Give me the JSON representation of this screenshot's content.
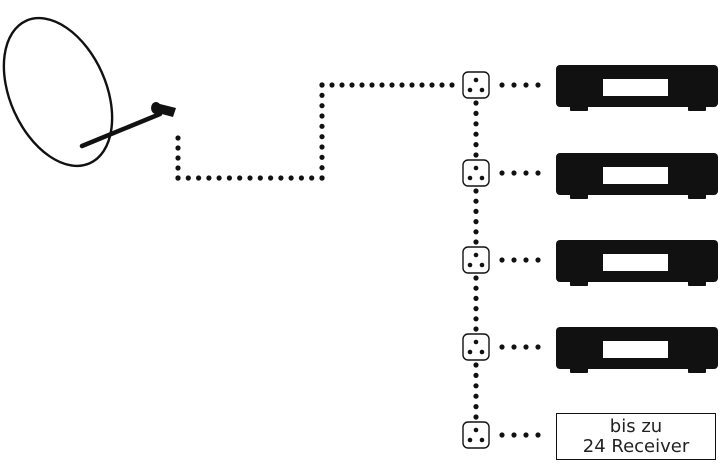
{
  "diagram": {
    "receiver_count_shown": 4,
    "caption": {
      "line1": "bis zu",
      "line2": "24 Receiver"
    }
  },
  "icons": {
    "dish": "satellite-dish-icon",
    "socket": "antenna-socket-icon",
    "receiver": "set-top-box-icon"
  },
  "colors": {
    "ink": "#111111",
    "background": "#ffffff"
  }
}
